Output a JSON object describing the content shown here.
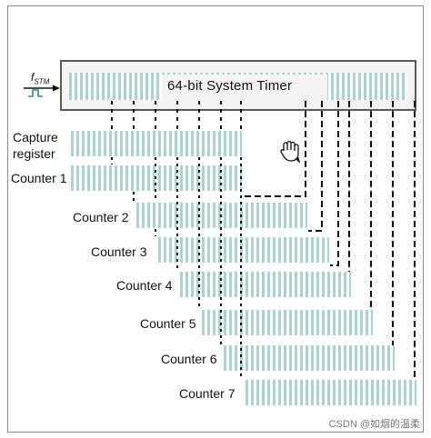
{
  "diagram": {
    "timer_title": "64-bit System Timer",
    "clock": {
      "label": "f",
      "subscript": "STM"
    },
    "capture_register": [
      "Capture",
      "register"
    ],
    "counters": [
      "Counter 1",
      "Counter 2",
      "Counter 3",
      "Counter 4",
      "Counter 5",
      "Counter 6",
      "Counter 7"
    ],
    "cursor_icon": "hand-cursor-icon",
    "watermark": "CSDN @如烟的温柔",
    "colors": {
      "register_fill": "#a9d2d2",
      "line": "#111111",
      "frame": "#8a8a8a"
    }
  }
}
